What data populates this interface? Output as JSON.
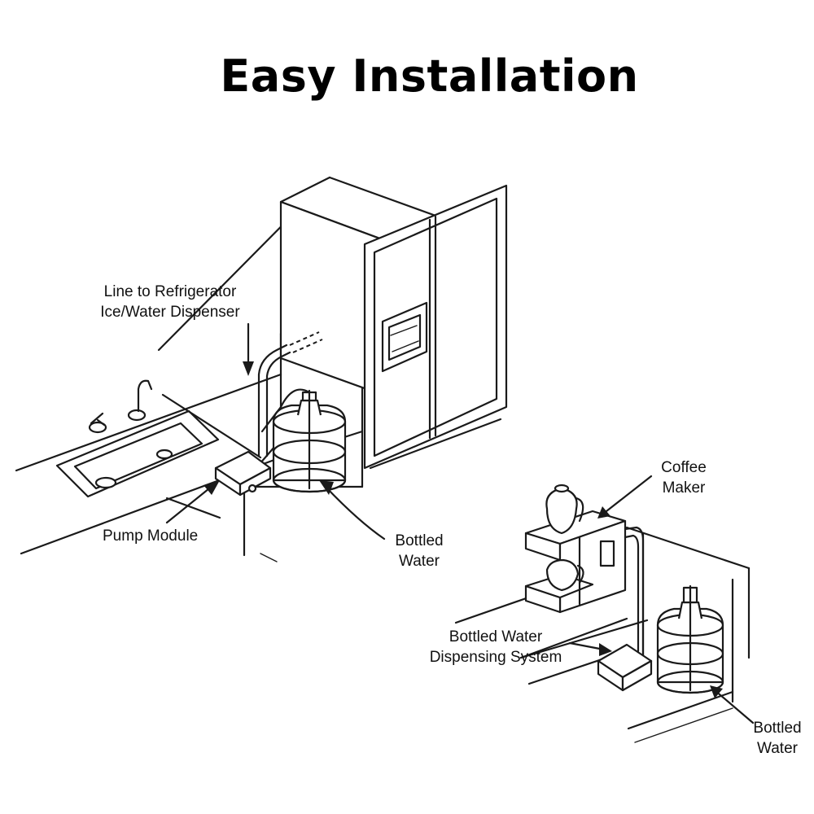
{
  "title": "Easy Installation",
  "labels": {
    "line_to_refrigerator": [
      "Line to Refrigerator",
      "Ice/Water Dispenser"
    ],
    "pump_module": "Pump Module",
    "bottled_water_left": [
      "Bottled",
      "Water"
    ],
    "coffee_maker": [
      "Coffee",
      "Maker"
    ],
    "dispensing_system": [
      "Bottled Water",
      "Dispensing System"
    ],
    "bottled_water_right": [
      "Bottled",
      "Water"
    ]
  },
  "colors": {
    "ink": "#1a1a1a",
    "background": "#ffffff"
  }
}
